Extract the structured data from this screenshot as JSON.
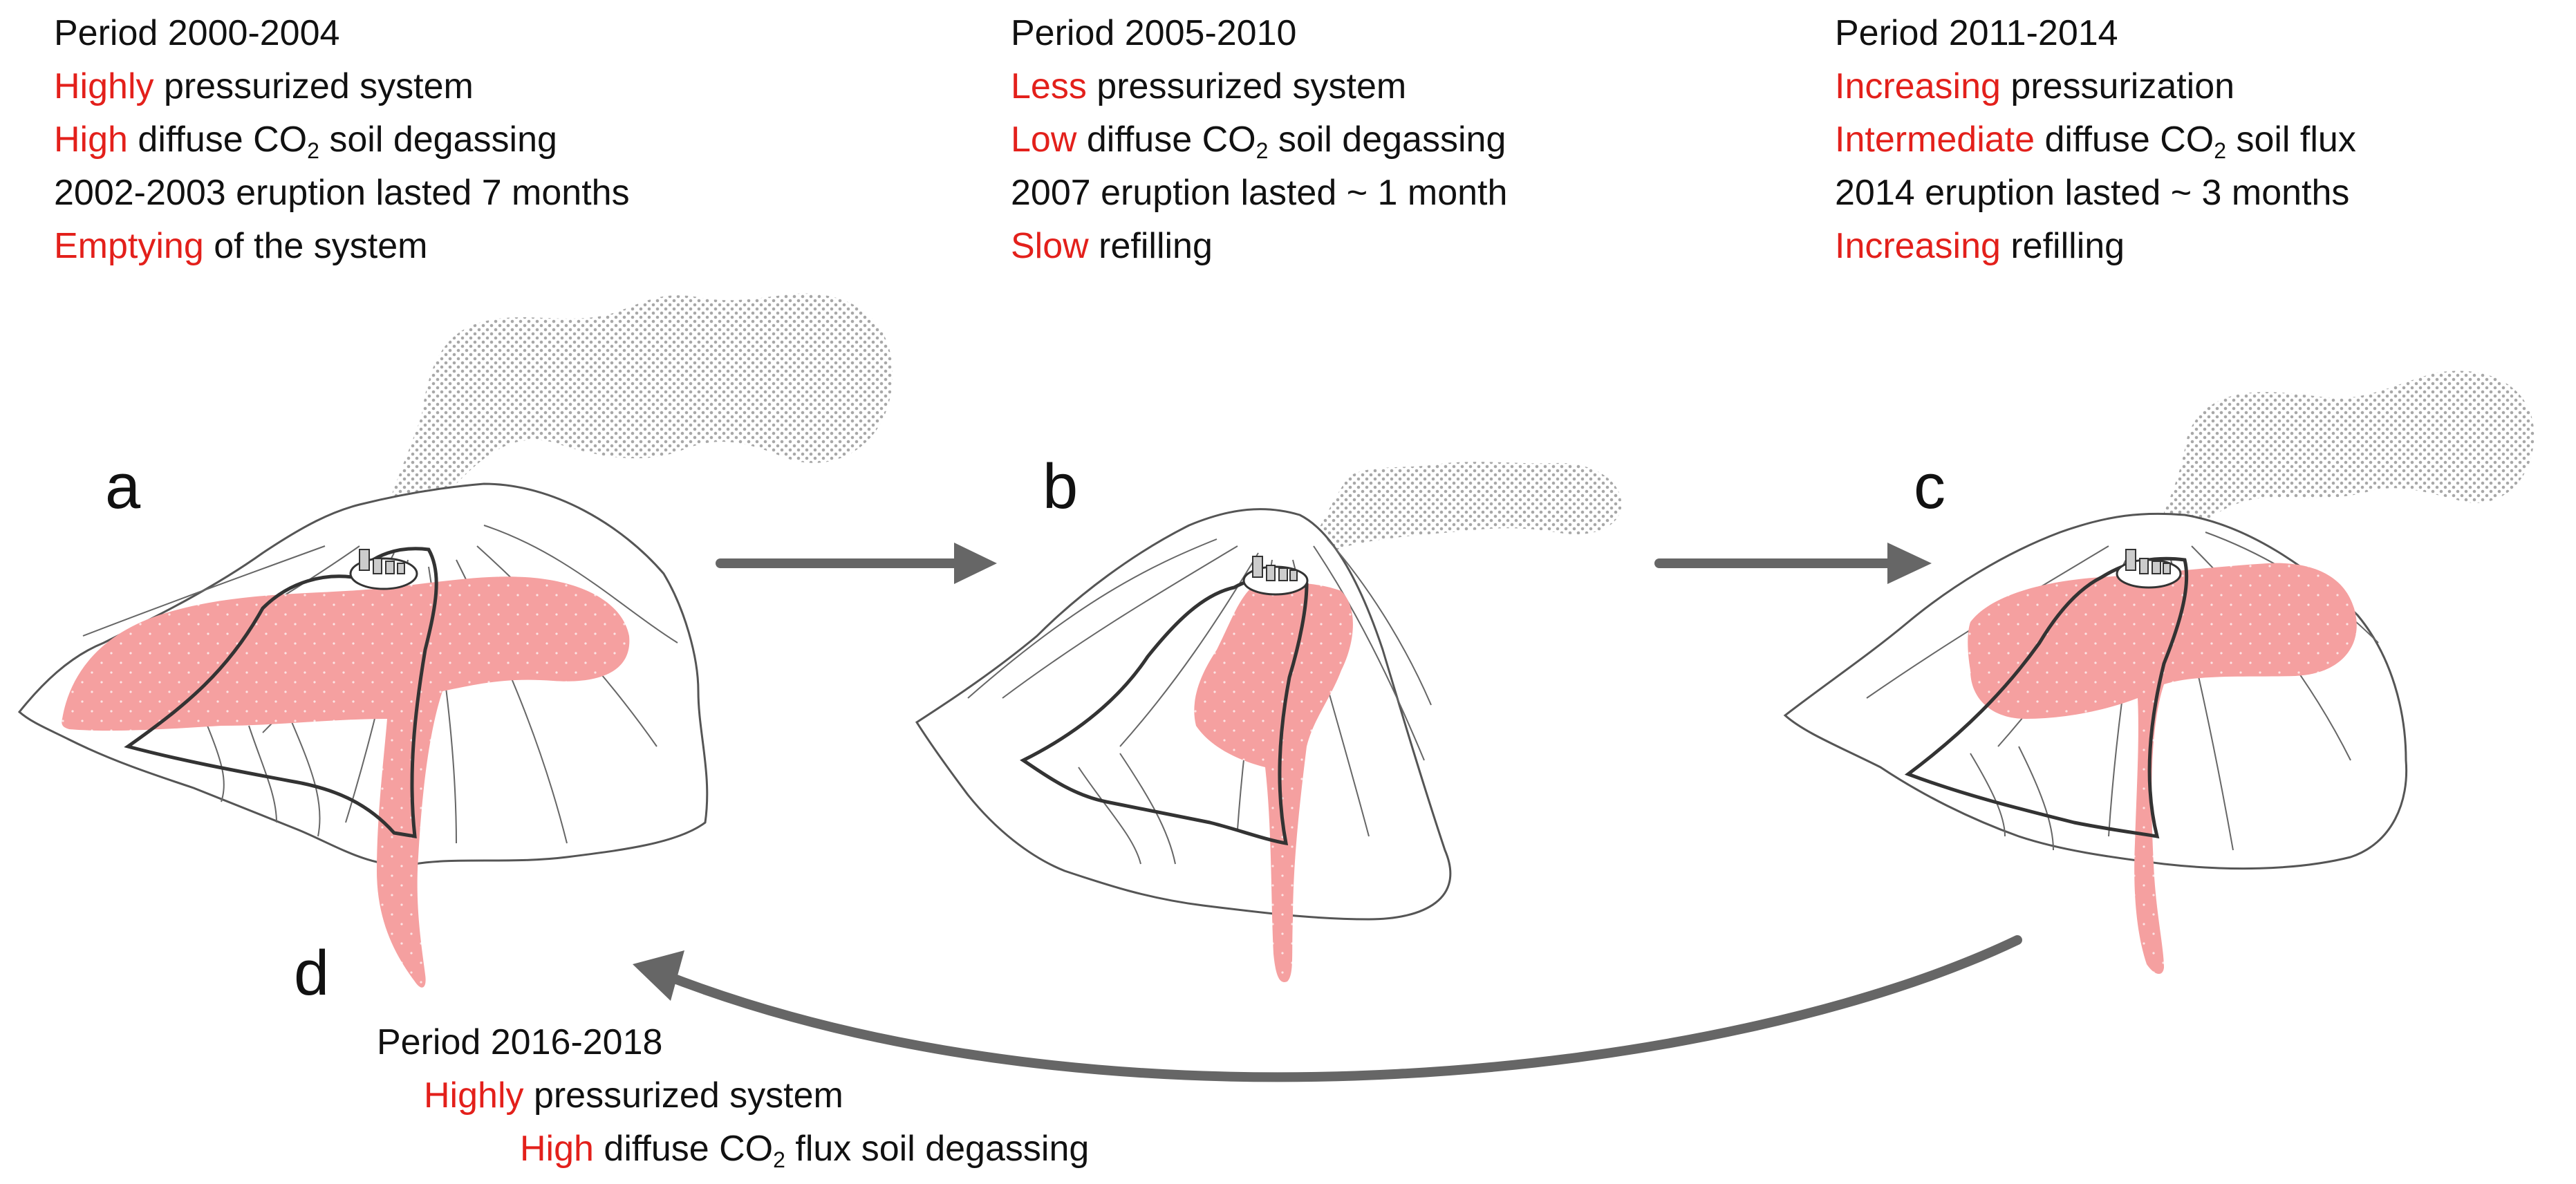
{
  "panels": [
    {
      "letter": "a",
      "period": "Period 2000-2004",
      "line1": {
        "highlight": "Highly",
        "rest": " pressurized system"
      },
      "line2": {
        "highlight": "High",
        "pre": " diffuse CO",
        "sub": "2",
        "post": " soil degassing"
      },
      "line3": {
        "text": "2002-2003 eruption lasted 7 months"
      },
      "line4": {
        "highlight": "Emptying",
        "rest": " of the system"
      }
    },
    {
      "letter": "b",
      "period": "Period 2005-2010",
      "line1": {
        "highlight": "Less",
        "rest": " pressurized system"
      },
      "line2": {
        "highlight": "Low",
        "pre": " diffuse CO",
        "sub": "2",
        "post": " soil degassing"
      },
      "line3": {
        "text": "2007 eruption lasted ~ 1 month"
      },
      "line4": {
        "highlight": "Slow",
        "rest": " refilling"
      }
    },
    {
      "letter": "c",
      "period": "Period 2011-2014",
      "line1": {
        "highlight": "Increasing",
        "rest": " pressurization"
      },
      "line2": {
        "highlight": "Intermediate",
        "pre": " diffuse CO",
        "sub": "2",
        "post": " soil flux"
      },
      "line3": {
        "text": "2014 eruption lasted ~ 3 months"
      },
      "line4": {
        "highlight": "Increasing",
        "rest": " refilling"
      }
    },
    {
      "letter": "d",
      "period": "Period 2016-2018",
      "line1": {
        "highlight": "Highly",
        "rest": " pressurized system"
      },
      "line2": {
        "highlight": "High",
        "pre": " diffuse CO",
        "sub": "2",
        "post": " flux soil degassing"
      }
    }
  ],
  "colors": {
    "highlight": "#e3201b",
    "magma": "#f5a0a0",
    "outline": "#333333",
    "arrow": "#666666",
    "plume": "#b0b0b0"
  }
}
